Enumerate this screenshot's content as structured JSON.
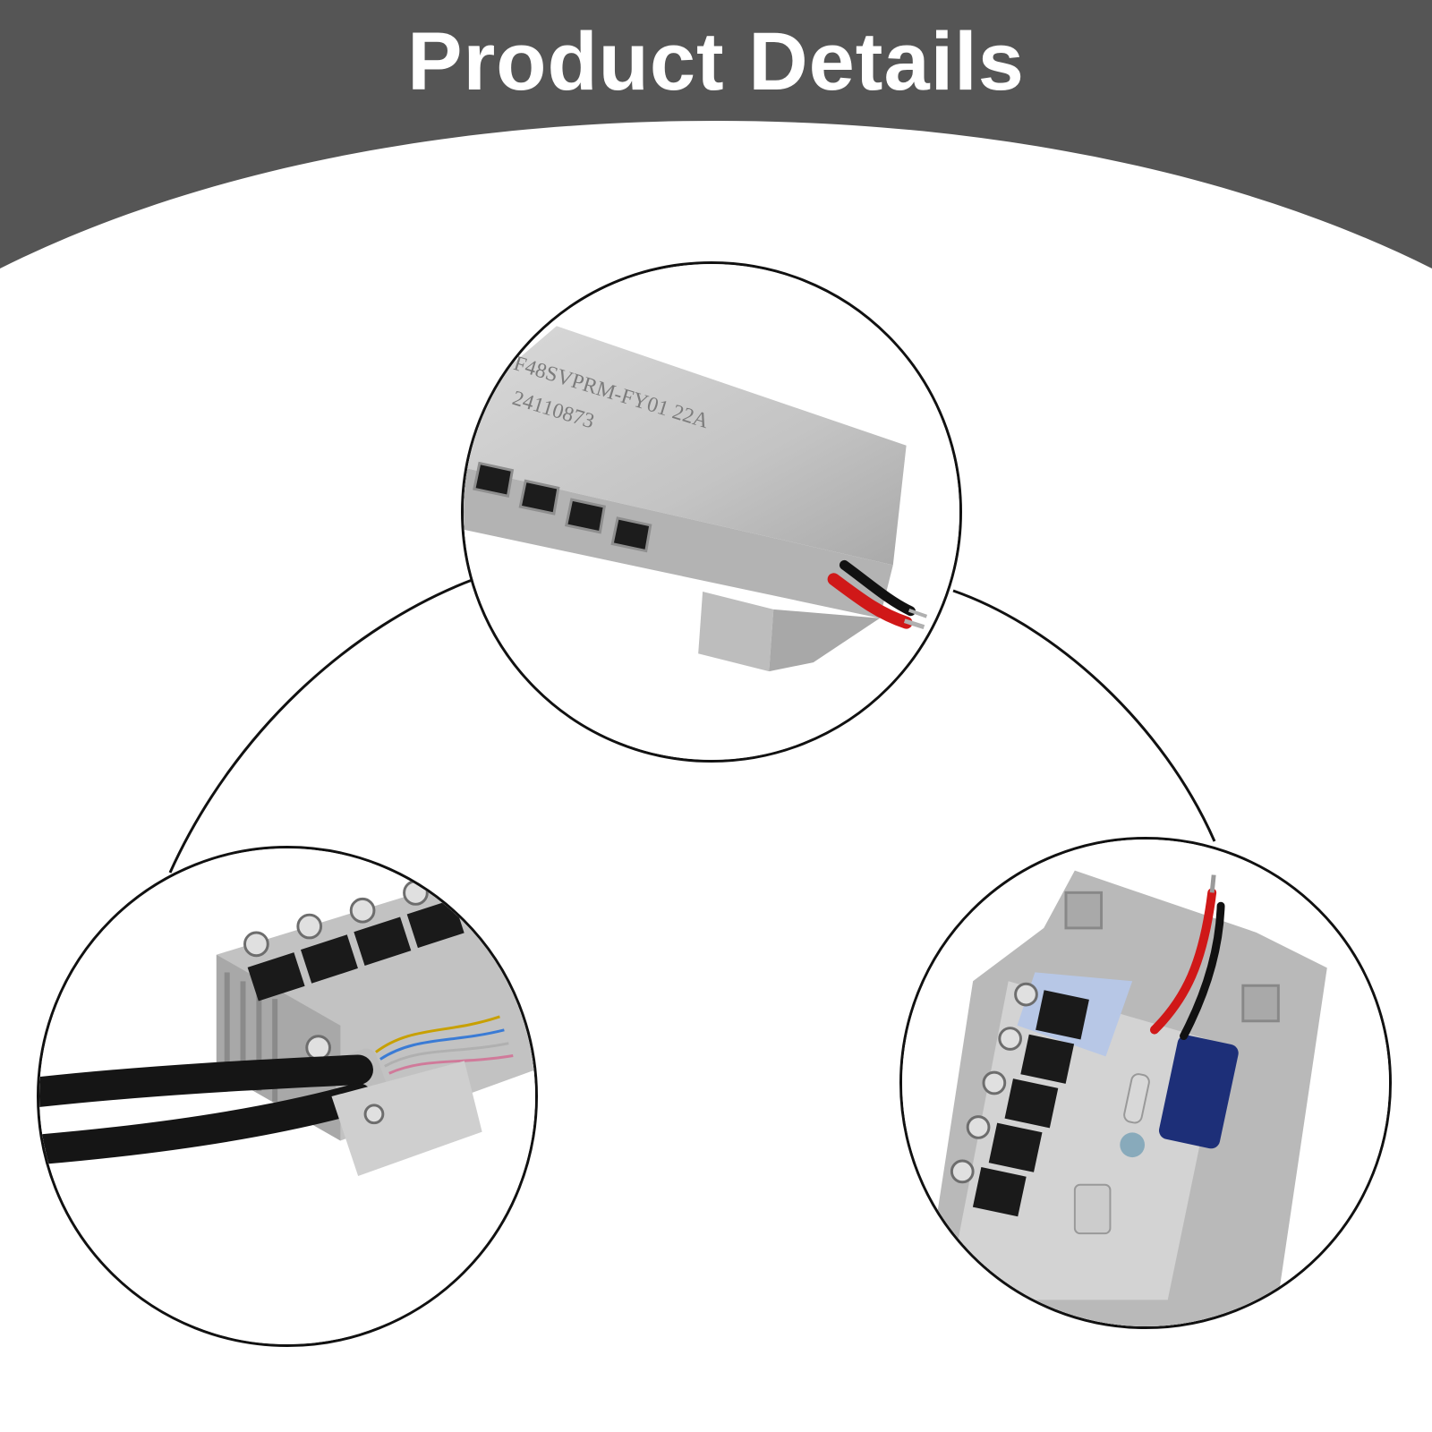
{
  "header": {
    "title": "Product Details",
    "background_color": "#555555",
    "text_color": "#ffffff"
  },
  "photos": {
    "top": {
      "subject": "aluminium controller housing end with vent slots and red/black power leads",
      "engraving_line1": "F48SVPRM-FY01 22A",
      "engraving_line2": "24110873"
    },
    "left": {
      "subject": "controller with heatsink fins, MOSFETs and black cable bundle"
    },
    "right": {
      "subject": "open controller circuit board with MOSFETs, capacitor and red/black wires"
    }
  },
  "colors": {
    "outline": "#111111",
    "aluminium": "#c9c9c9",
    "wire_red": "#d01818",
    "wire_black": "#111111",
    "capacitor": "#1d2f78"
  }
}
